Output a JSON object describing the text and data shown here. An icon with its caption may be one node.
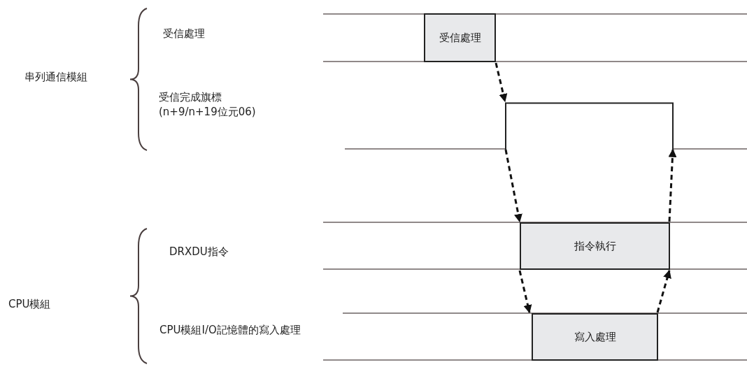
{
  "diagram": {
    "nodes": [
      {
        "text": [
          "受信處理"
        ]
      },
      {
        "text": [],
        "shape": "bar"
      },
      {
        "text": [
          "指令執行"
        ]
      },
      {
        "text": [
          "寫入處理"
        ]
      }
    ],
    "edges": [
      {
        "from": 0,
        "to": 1,
        "arrow": "to",
        "style": "dashed"
      },
      {
        "from": 1,
        "to": 2,
        "arrow": "to",
        "style": "dashed"
      },
      {
        "from": 2,
        "to": 3,
        "arrow": "to",
        "style": "dashed"
      },
      {
        "from": 3,
        "to": 2,
        "arrow": "to",
        "style": "dashed"
      },
      {
        "from": 2,
        "to": 1,
        "arrow": "to",
        "style": "dashed"
      }
    ],
    "labels": [
      "受信處理",
      "串列通信模組",
      "受信完成旗標 (n+9/n+19位元06)",
      "DRXDU指令",
      "CPU模組",
      "CPU模組I/O記憶體的寫入處理"
    ]
  }
}
